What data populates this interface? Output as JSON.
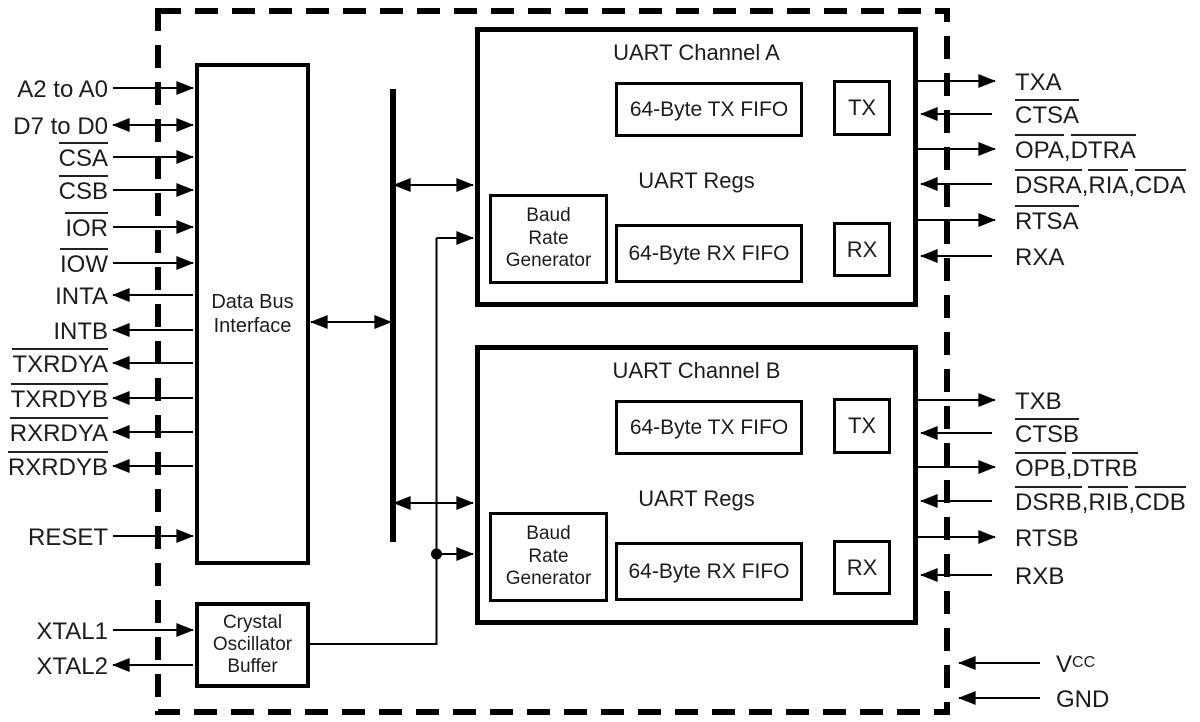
{
  "diagram": {
    "blocks": {
      "data_bus_interface": {
        "label_lines": [
          "Data Bus",
          "Interface"
        ]
      },
      "crystal_oscillator_buffer": {
        "label_lines": [
          "Crystal",
          "Oscillator",
          "Buffer"
        ]
      },
      "channel_a": {
        "title": "UART Channel A",
        "tx_fifo": "64-Byte TX FIFO",
        "rx_fifo": "64-Byte RX FIFO",
        "uart_regs": "UART Regs",
        "tx": "TX",
        "rx": "RX",
        "brg_lines": [
          "Baud",
          "Rate",
          "Generator"
        ]
      },
      "channel_b": {
        "title": "UART Channel B",
        "tx_fifo": "64-Byte TX FIFO",
        "rx_fifo": "64-Byte RX FIFO",
        "uart_regs": "UART Regs",
        "tx": "TX",
        "rx": "RX",
        "brg_lines": [
          "Baud",
          "Rate",
          "Generator"
        ]
      }
    },
    "signals": {
      "left": [
        {
          "direction": "in",
          "parts": [
            {
              "text": "A2 to A0",
              "overline": false
            }
          ]
        },
        {
          "direction": "bidir",
          "parts": [
            {
              "text": "D7 to D0",
              "overline": false
            }
          ]
        },
        {
          "direction": "in",
          "parts": [
            {
              "text": "CSA",
              "overline": true
            }
          ]
        },
        {
          "direction": "in",
          "parts": [
            {
              "text": "CSB",
              "overline": true
            }
          ]
        },
        {
          "direction": "in",
          "parts": [
            {
              "text": "IOR",
              "overline": true
            }
          ]
        },
        {
          "direction": "in",
          "parts": [
            {
              "text": "IOW",
              "overline": true
            }
          ]
        },
        {
          "direction": "out",
          "parts": [
            {
              "text": "INTA",
              "overline": false
            }
          ]
        },
        {
          "direction": "out",
          "parts": [
            {
              "text": "INTB",
              "overline": false
            }
          ]
        },
        {
          "direction": "out",
          "parts": [
            {
              "text": "TXRDYA",
              "overline": true
            }
          ]
        },
        {
          "direction": "out",
          "parts": [
            {
              "text": "TXRDYB",
              "overline": true
            }
          ]
        },
        {
          "direction": "out",
          "parts": [
            {
              "text": "RXRDYA",
              "overline": true
            }
          ]
        },
        {
          "direction": "out",
          "parts": [
            {
              "text": "RXRDYB",
              "overline": true
            }
          ]
        },
        {
          "direction": "in",
          "parts": [
            {
              "text": "RESET",
              "overline": false
            }
          ]
        },
        {
          "direction": "in",
          "parts": [
            {
              "text": "XTAL1",
              "overline": false
            }
          ]
        },
        {
          "direction": "out",
          "parts": [
            {
              "text": "XTAL2",
              "overline": false
            }
          ]
        }
      ],
      "right_a": [
        {
          "direction": "out",
          "parts": [
            {
              "text": "TXA",
              "overline": false
            }
          ]
        },
        {
          "direction": "in",
          "parts": [
            {
              "text": "CTSA",
              "overline": true
            }
          ]
        },
        {
          "direction": "out",
          "parts": [
            {
              "text": "OPA",
              "overline": true
            },
            {
              "text": ", ",
              "overline": false
            },
            {
              "text": "DTRA",
              "overline": true
            }
          ]
        },
        {
          "direction": "in",
          "parts": [
            {
              "text": "DSRA",
              "overline": true
            },
            {
              "text": ", ",
              "overline": false
            },
            {
              "text": "RIA",
              "overline": true
            },
            {
              "text": ", ",
              "overline": false
            },
            {
              "text": "CDA",
              "overline": true
            }
          ]
        },
        {
          "direction": "out",
          "parts": [
            {
              "text": "RTSA",
              "overline": true
            }
          ]
        },
        {
          "direction": "in",
          "parts": [
            {
              "text": "RXA",
              "overline": false
            }
          ]
        }
      ],
      "right_b": [
        {
          "direction": "out",
          "parts": [
            {
              "text": "TXB",
              "overline": false
            }
          ]
        },
        {
          "direction": "in",
          "parts": [
            {
              "text": "CTSB",
              "overline": true
            }
          ]
        },
        {
          "direction": "out",
          "parts": [
            {
              "text": "OPB",
              "overline": true
            },
            {
              "text": ", ",
              "overline": false
            },
            {
              "text": "DTRB",
              "overline": true
            }
          ]
        },
        {
          "direction": "in",
          "parts": [
            {
              "text": "DSRB",
              "overline": true
            },
            {
              "text": ", ",
              "overline": false
            },
            {
              "text": "RIB",
              "overline": true
            },
            {
              "text": ", ",
              "overline": false
            },
            {
              "text": "CDB",
              "overline": true
            }
          ]
        },
        {
          "direction": "out",
          "parts": [
            {
              "text": "RTSB",
              "overline": false
            }
          ]
        },
        {
          "direction": "in",
          "parts": [
            {
              "text": "RXB",
              "overline": false
            }
          ]
        }
      ],
      "power": [
        {
          "direction": "in",
          "parts": [
            {
              "text": "V",
              "overline": false,
              "sub": "CC"
            }
          ]
        },
        {
          "direction": "in",
          "parts": [
            {
              "text": "GND",
              "overline": false
            }
          ]
        }
      ]
    },
    "colors": {
      "line": "#000000",
      "text": "#1c1c1c",
      "background": "#ffffff"
    }
  }
}
